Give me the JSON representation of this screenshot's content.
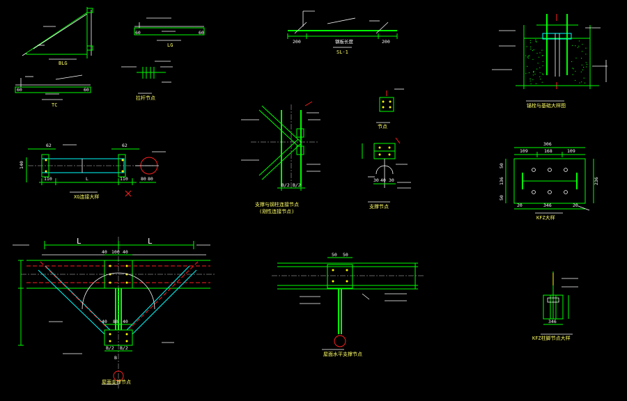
{
  "details": {
    "blg": {
      "caption": "BLG"
    },
    "lg": {
      "caption": "LG",
      "dims": [
        "60",
        "60"
      ]
    },
    "tc": {
      "caption": "TC",
      "dims": [
        "60",
        "60"
      ]
    },
    "tie_detail": {
      "caption": "拉杆节点"
    },
    "sl": {
      "caption": "SL-1",
      "dims": [
        "200",
        "200"
      ],
      "mid_label": "钢板长度"
    },
    "base": {
      "caption": "锚栓与基础大样图"
    },
    "xg": {
      "caption": "XG连接大样",
      "dims": [
        "110",
        "L",
        "110",
        "80",
        "80",
        "140"
      ],
      "top_dims": [
        "62",
        "62"
      ]
    },
    "sect_a": {
      "caption": "支撑与钢柱连接节点",
      "sub_caption": "(刚性连接节点)",
      "dims": [
        "B/2",
        "B/2"
      ]
    },
    "sect_b": {
      "caption": "支撑节点",
      "sub_caption": "节点",
      "dims": [
        "30",
        "40",
        "30"
      ]
    },
    "plate": {
      "caption": "KFZ大样",
      "top": "306",
      "cols": [
        "109",
        "168",
        "109"
      ],
      "rows": [
        "50",
        "136",
        "50"
      ],
      "bottom": [
        "20",
        "346",
        "20"
      ],
      "side": "236"
    },
    "kbrace": {
      "caption": "屋面支撑节点",
      "span_left": "L",
      "span_right": "L",
      "top_dims": [
        "40",
        "100",
        "40"
      ],
      "bot_dims": [
        "40",
        "80",
        "40"
      ],
      "bottom_dims": [
        "B/2",
        "B/2"
      ],
      "bottom_mark": "B"
    },
    "beam": {
      "caption": "屋面水平支撑节点",
      "dims": [
        "50",
        "50"
      ]
    },
    "small": {
      "caption": "KFZ柱脚节点大样",
      "dims": [
        "346"
      ]
    }
  }
}
